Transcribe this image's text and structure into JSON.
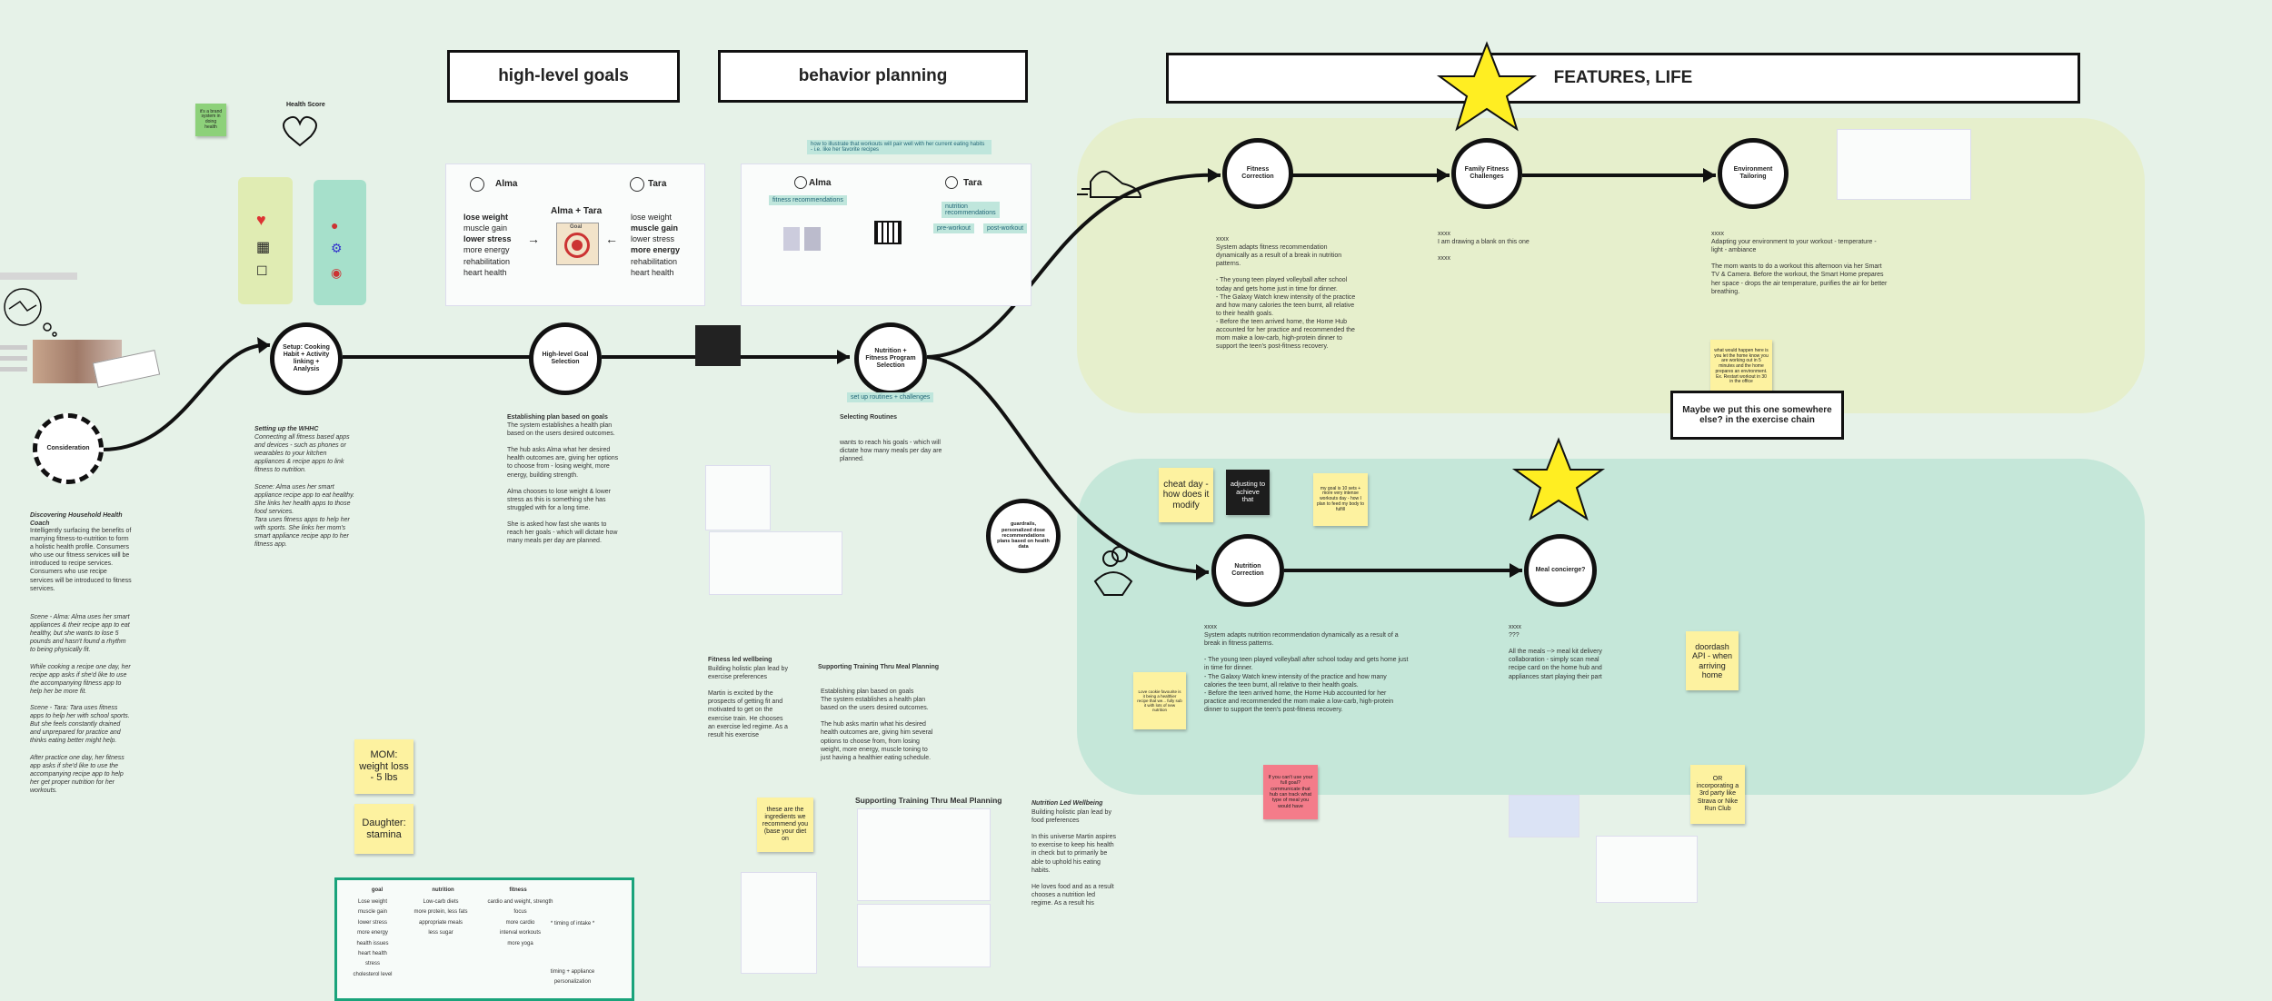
{
  "headers": {
    "high_level_goals": "high-level goals",
    "behavior_planning": "behavior planning",
    "features_life": "FEATURES, LIFE"
  },
  "colors": {
    "background": "#e6f2e8",
    "yellow_band": "#e6efcc",
    "teal_band": "#c5e7d9",
    "sticky_yellow": "#fdf2a0",
    "sticky_green": "#8dd17a",
    "sticky_pink": "#f47c8a",
    "star": "#ffee22",
    "table_border": "#1aa37b"
  },
  "icons": [
    "shoe-icon",
    "heart-icon",
    "dumbbell-icon",
    "chef-icon",
    "star-icon",
    "thought-bubble-icon",
    "target-icon",
    "calendar-icon"
  ],
  "health_score": {
    "title": "Health Score",
    "sticky": "it's a brand system in doing health"
  },
  "nodes": {
    "consideration": "Consideration",
    "setup": "Setup: Cooking Habit + Activity linking + Analysis",
    "goal_selection": "High-level Goal Selection",
    "nutrition_fitness": "Nutrition + Fitness Program Selection",
    "fitness_correction": "Fitness Correction",
    "family_challenges": "Family Fitness Challenges",
    "environment": "Environment Tailoring",
    "nutrition_correction": "Nutrition Correction",
    "meal_concierge": "Meal concierge?",
    "personalized": "guardrails, personalized dose recommendations plans based on health data"
  },
  "personas": {
    "alma": "Alma",
    "tara": "Tara",
    "combined": "Alma + Tara",
    "goal_label": "Goal",
    "alma_goals": [
      "lose weight",
      "muscle gain",
      "lower stress",
      "more energy",
      "rehabilitation",
      "heart health"
    ],
    "tara_goals": [
      "lose weight",
      "muscle gain",
      "lower stress",
      "more energy",
      "rehabilitation",
      "heart health"
    ],
    "fitness_rec": "fitness recommendations",
    "nutrition_rec": "nutrition recommendations",
    "pre_workout": "pre-workout",
    "post_workout": "post-workout",
    "illustrate_note": "how to illustrate that workouts will pair well with her current eating habits - i.e. like her favorite recipes",
    "set_routines": "set up routines + challenges"
  },
  "texts": {
    "discovering_title": "Discovering Household Health Coach",
    "discovering_body": "Intelligently surfacing the benefits of marrying fitness-to-nutrition to form a holistic health profile. Consumers who use our fitness services will be introduced to recipe services. Consumers who use recipe services will be introduced to fitness services.",
    "scene_alma": "Scene - Alma: Alma uses her smart appliances & their recipe app to eat healthy, but she wants to lose 5 pounds and hasn't found a rhythm to being physically fit.\n\nWhile cooking a recipe one day, her recipe app asks if she'd like to use the accompanying fitness app to help her be more fit.\n\nScene - Tara: Tara uses fitness apps to help her with school sports. But she feels constantly drained and unprepared for practice and thinks eating better might help.\n\nAfter practice one day, her fitness app asks if she'd like to use the accompanying recipe app to help her get proper nutrition for her workouts.",
    "setup_title": "Setting up the WHHC",
    "setup_body": "Connecting all fitness based apps and devices - such as phones or wearables to your kitchen appliances & recipe apps to link fitness to nutrition.\n\nScene: Alma uses her smart appliance recipe app to eat healthy. She links her health apps to those food services.\nTara uses fitness apps to help her with sports. She links her mom's smart appliance recipe app to her fitness app.",
    "establish_title": "Establishing plan based on goals",
    "establish_body": "The system establishes a health plan based on the users desired outcomes.\n\nThe hub asks Alma what her desired health outcomes are, giving her options to choose from - losing weight, more energy, building strength.\n\nAlma chooses to lose weight & lower stress as this is something she has struggled with for a long time.\n\nShe is asked how fast she wants to reach her goals - which will dictate how many meals per day are planned.",
    "routines_title": "Selecting Routines",
    "routines_body": "wants to reach his goals - which will dictate how many meals per day are planned.",
    "fitness_led_title": "Fitness led wellbeing",
    "fitness_led_body": "Building holistic plan lead by exercise preferences\n\nMartin is excited by the prospects of getting fit and motivated to get on the exercise train. He chooses an exercise led regime. As a result his exercise",
    "supporting_title": "Supporting Training Thru Meal Planning",
    "supporting_body": "Establishing plan based on goals\nThe system establishes a health plan based on the users desired outcomes.\n\nThe hub asks martin what his desired health outcomes are, giving him several options to choose from, from losing weight, more energy, muscle toning to just having a healthier eating schedule.",
    "supporting_title2": "Supporting Training Thru Meal Planning",
    "nutrition_led_title": "Nutrition Led Wellbeing",
    "nutrition_led_body": "Building holistic plan lead by food preferences\n\nIn this universe Martin aspires to exercise to keep his health in check but to primarily be able to uphold his eating habits.\n\nHe loves food and as a result chooses a nutrition led regime. As a result his",
    "fitness_corr_body": "xxxx\nSystem adapts fitness recommendation dynamically as a result of a break in nutrition patterns.\n\n- The young teen played volleyball after school today and gets home just in time for dinner.\n- The Galaxy Watch knew intensity of the practice and how many calories the teen burnt, all relative to their health goals.\n- Before the teen arrived home, the Home Hub accounted for her practice and recommended the mom make a low-carb, high-protein dinner to support the teen's post-fitness recovery.",
    "family_body": "xxxx\nI am drawing a blank on this one\n\nxxxx",
    "environment_body": "xxxx\nAdapting your environment to your workout - temperature - light - ambiance\n\nThe mom wants to do a workout this afternoon via her Smart TV & Camera. Before the workout, the Smart Home prepares her space - drops the air temperature, purifies the air for better breathing.",
    "nutrition_corr_body": "xxxx\nSystem adapts nutrition recommendation dynamically as a result of a break in fitness patterns.\n\n- The young teen played volleyball after school today and gets home just in time for dinner.\n- The Galaxy Watch knew intensity of the practice and how many calories the teen burnt, all relative to their health goals.\n- Before the teen arrived home, the Home Hub accounted for her practice and recommended the mom make a low-carb, high-protein dinner to support the teen's post-fitness recovery.",
    "meal_body": "xxxx\n???\n\nAll the meals --> meal kit delivery collaboration - simply scan meal recipe card on the home hub and appliances start playing their part",
    "question_box": "Maybe we put this one somewhere else? in the exercise chain"
  },
  "stickies": {
    "mom": "MOM: weight loss - 5 lbs",
    "daughter": "Daughter: stamina",
    "cheat_day": "cheat day - how does it modify",
    "adjusting": "adjusting to achieve that",
    "my_goal": "my goal is 10 sets + more very intense workouts day - how I plan to feed my body to fulfill",
    "what_would": "what would happen here is you let the home know you are working out in 5 minutes and the home prepares an environment. Ex. Restart workout in 30 in the office",
    "ingredients": "these are the ingredients we recommend you (base your diet on",
    "doordash": "doordash API - when arriving home",
    "or_incorporating": "OR incorporating a 3rd party like Strava or Nike Run Club",
    "if_you_can": "If you can't use your full goal? communicate that hub can track what type of meal you would have",
    "love_sticky": "Love cookie favourite is it being a healthier recipe that we... fully sub it with lots of new nutrition"
  },
  "table": {
    "cols": [
      "goal",
      "nutrition",
      "fitness"
    ],
    "goal_rows": "Lose weight\nmuscle gain\nlower stress\nmore energy\nhealth issues\nheart health\nstress\ncholesterol level",
    "nutrition_rows": "Low-carb diets\nmore protein, less fats\nappropriate meals\nless sugar",
    "fitness_rows": "cardio and weight, strength focus\nmore cardio\ninterval workouts\nmore yoga",
    "extra": "* timing of intake *",
    "extra2": "timing + appliance personalization"
  }
}
